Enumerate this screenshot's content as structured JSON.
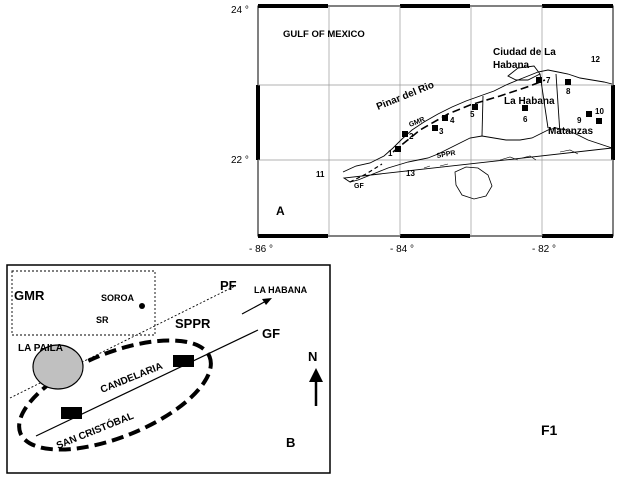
{
  "map_a": {
    "panel_label": "A",
    "lat_labels": [
      "24 °",
      "22 °"
    ],
    "lon_labels": [
      "- 86 °",
      "- 84 °",
      "- 82 °"
    ],
    "places": {
      "gulf": "GULF OF MEXICO",
      "ciudad_line1": "Ciudad de La",
      "ciudad_line2": "Habana",
      "pinar": "Pinar del Rio",
      "la_habana": "La Habana",
      "matanzas": "Matanzas",
      "gmr": "GMR",
      "sppr": "SPPR",
      "gf": "GF"
    },
    "sites": [
      "1",
      "2",
      "3",
      "4",
      "5",
      "6",
      "7",
      "8",
      "9",
      "10",
      "11",
      "12",
      "13"
    ]
  },
  "map_b": {
    "panel_label": "B",
    "labels": {
      "gmr": "GMR",
      "soroa": "SOROA",
      "sr": "SR",
      "pf": "PF",
      "la_habana": "LA HABANA",
      "la_paila": "LA PAILA",
      "sppr": "SPPR",
      "gf": "GF",
      "candelaria": "CANDELARIA",
      "san_cristobal": "SAN CRISTÓBAL",
      "north": "N"
    }
  },
  "figure_label": "F1"
}
